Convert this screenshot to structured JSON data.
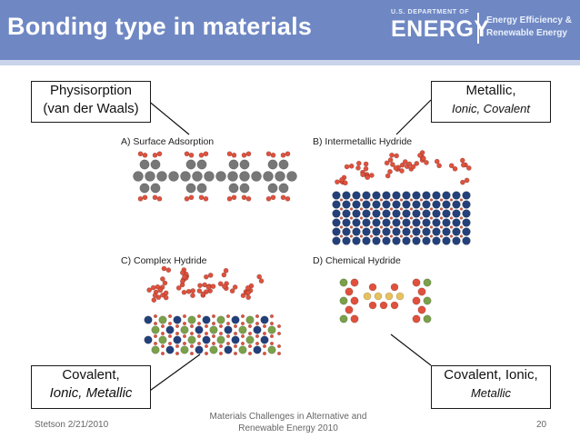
{
  "header": {
    "title": "Bonding type in materials",
    "logo_small": "U.S. DEPARTMENT OF",
    "logo_big": "ENERGY",
    "eere_line1": "Energy Efficiency &",
    "eere_line2": "Renewable Energy",
    "colors": {
      "band": "#6f88c4",
      "rule": "#c9d3ea"
    }
  },
  "callouts": {
    "top_left": {
      "line1": "Physisorption",
      "line2": "(van der Waals)"
    },
    "top_right": {
      "line1": "Metallic,",
      "line2": "Ionic, Covalent"
    },
    "bottom_left": {
      "line1": "Covalent,",
      "line2": "Ionic, Metallic"
    },
    "bottom_right": {
      "line1": "Covalent, Ionic,",
      "line2": "Metallic"
    }
  },
  "panels": {
    "a": "A) Surface Adsorption",
    "b": "B) Intermetallic Hydride",
    "c": "C) Complex Hydride",
    "d": "D) Chemical Hydride"
  },
  "footer": {
    "left": "Stetson 2/21/2010",
    "center_line1": "Materials Challenges in Alternative and",
    "center_line2": "Renewable Energy 2010",
    "page": "20"
  },
  "atom_colors": {
    "hydrogen": "#e0513d",
    "host_gray": "#777777",
    "metal_blue": "#23407a",
    "green": "#7aa04a",
    "yellow": "#e7c15c"
  }
}
